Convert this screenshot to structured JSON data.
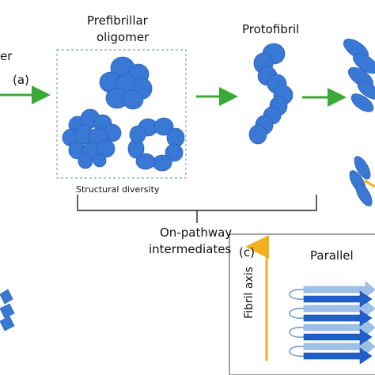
{
  "labels": {
    "monomer_partial": "er",
    "step_a": "(a)",
    "prefibrillar_line1": "Prefibrillar",
    "prefibrillar_line2": "oligomer",
    "protofibril": "Protofibril",
    "structural_diversity": "Structural diversity",
    "on_pathway_line1": "On-pathway",
    "on_pathway_line2": "intermediates",
    "panel_c": "(c)",
    "parallel": "Parallel",
    "fibril_axis": "Fibril axis"
  },
  "colors": {
    "blob_fill": "#3a78d6",
    "blob_stroke": "#2b62b8",
    "arrow_green": "#3aa936",
    "dashed_box": "#7aa2cf",
    "bracket": "#222222",
    "axis_arrow": "#f2b01e",
    "strand_dark": "#1f5fc9",
    "strand_light": "#9cc0e8"
  }
}
